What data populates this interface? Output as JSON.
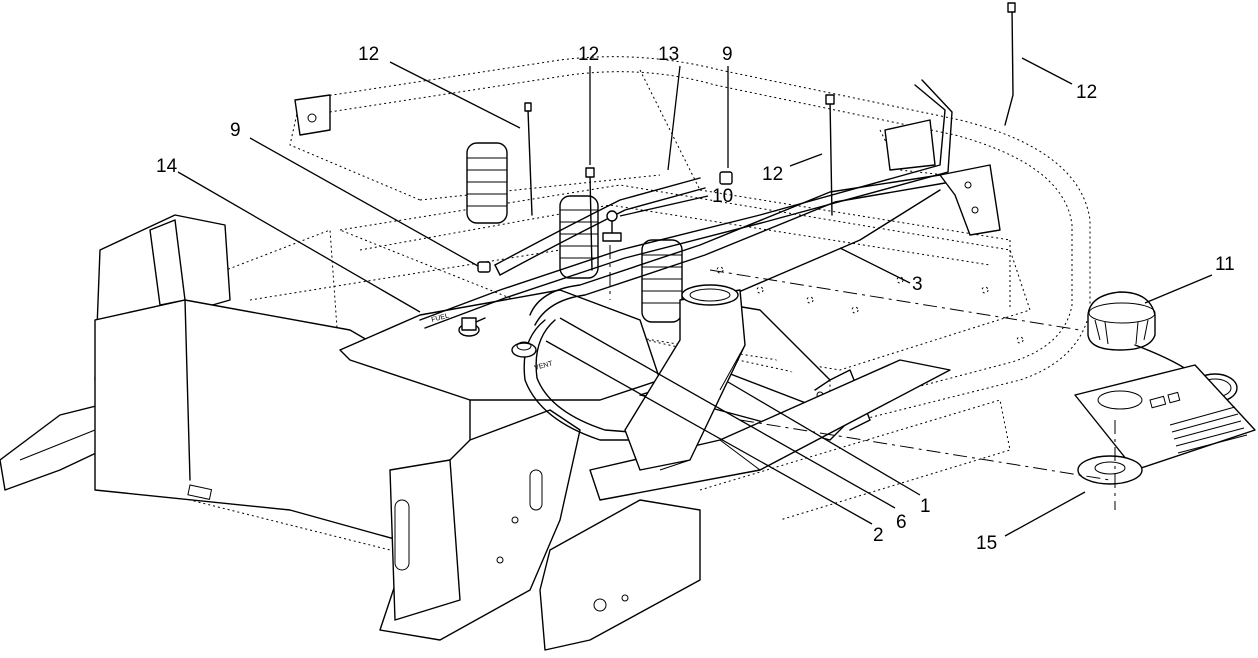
{
  "callouts": [
    {
      "id": "c12a",
      "label": "12"
    },
    {
      "id": "c12b",
      "label": "12"
    },
    {
      "id": "c13",
      "label": "13"
    },
    {
      "id": "c9a",
      "label": "9"
    },
    {
      "id": "c12c",
      "label": "12"
    },
    {
      "id": "c9b",
      "label": "9"
    },
    {
      "id": "c14",
      "label": "14"
    },
    {
      "id": "c10",
      "label": "10"
    },
    {
      "id": "c12d",
      "label": "12"
    },
    {
      "id": "c3",
      "label": "3"
    },
    {
      "id": "c11",
      "label": "11"
    },
    {
      "id": "c1",
      "label": "1"
    },
    {
      "id": "c6",
      "label": "6"
    },
    {
      "id": "c2",
      "label": "2"
    },
    {
      "id": "c15",
      "label": "15"
    }
  ],
  "decals": {
    "fuel_tank_left": "FUEL",
    "fuel_tank_right": "VENT"
  }
}
